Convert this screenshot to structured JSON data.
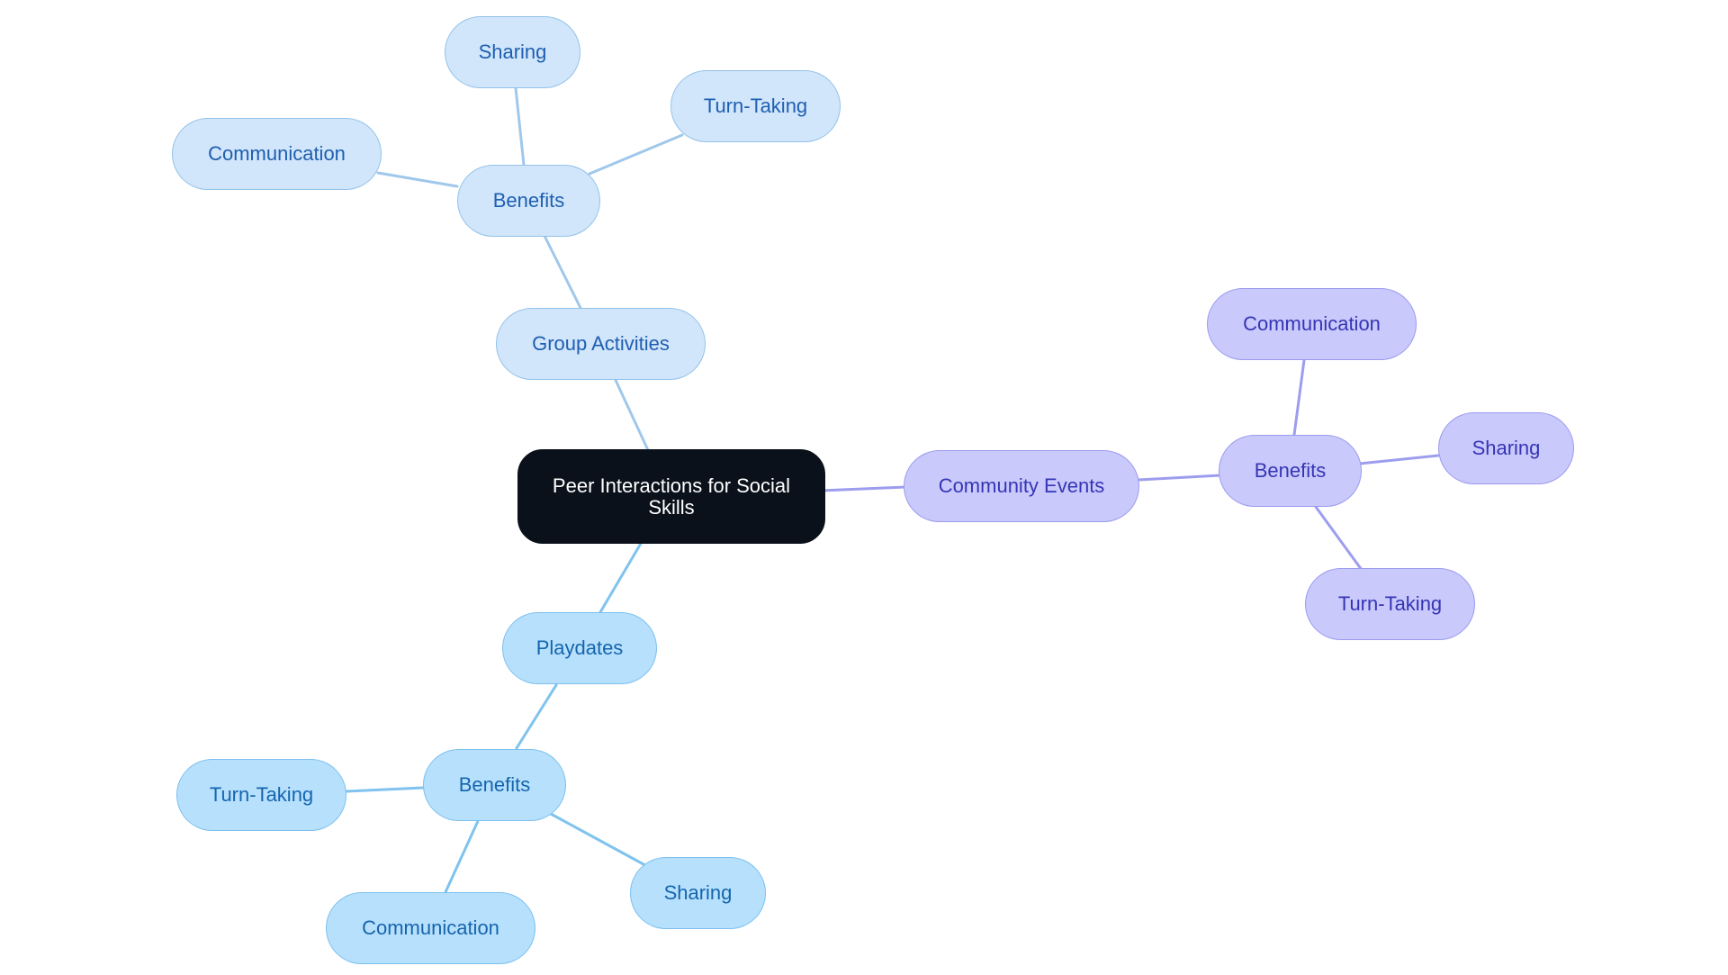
{
  "colors": {
    "root_bg": "#0b111b",
    "group_edge": "#a0c8ea",
    "play_edge": "#7fc3ee",
    "community_edge": "#9d9def"
  },
  "root": {
    "label": "Peer Interactions for Social Skills"
  },
  "branches": {
    "group": {
      "label": "Group Activities",
      "benefits": {
        "label": "Benefits",
        "children": [
          "Sharing",
          "Turn-Taking",
          "Communication"
        ]
      }
    },
    "community": {
      "label": "Community Events",
      "benefits": {
        "label": "Benefits",
        "children": [
          "Communication",
          "Sharing",
          "Turn-Taking"
        ]
      }
    },
    "play": {
      "label": "Playdates",
      "benefits": {
        "label": "Benefits",
        "children": [
          "Turn-Taking",
          "Sharing",
          "Communication"
        ]
      }
    }
  }
}
